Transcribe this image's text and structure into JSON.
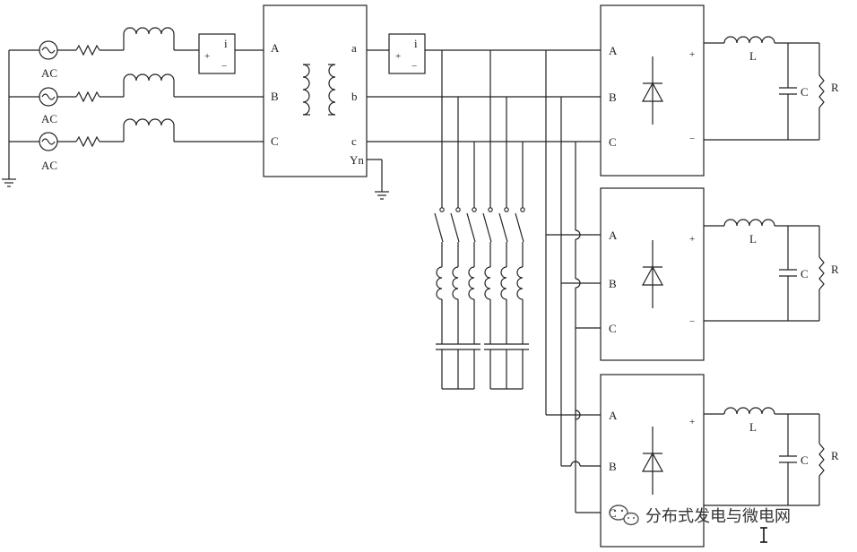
{
  "sources": {
    "labels": [
      "AC",
      "AC",
      "AC"
    ]
  },
  "meter1": {
    "symbol": "i",
    "plus": "+",
    "minus": "−"
  },
  "transformer": {
    "primary": [
      "A",
      "B",
      "C"
    ],
    "secondary": [
      "a",
      "b",
      "c"
    ],
    "neutral": "Yn"
  },
  "meter2": {
    "symbol": "i",
    "plus": "+",
    "minus": "−"
  },
  "rectifiers": [
    {
      "inputs": [
        "A",
        "B",
        "C"
      ],
      "plus": "+",
      "minus": "−",
      "inductor": "L",
      "capacitor": "C",
      "resistor": "R"
    },
    {
      "inputs": [
        "A",
        "B",
        "C"
      ],
      "plus": "+",
      "minus": "−",
      "inductor": "L",
      "capacitor": "C",
      "resistor": "R"
    },
    {
      "inputs": [
        "A",
        "B",
        "C"
      ],
      "plus": "+",
      "inductor": "L",
      "capacitor": "C",
      "resistor": "R"
    }
  ],
  "watermark": {
    "text": "分布式发电与微电网",
    "icon": "wechat-icon"
  },
  "cursor": {
    "icon": "text-cursor-icon"
  }
}
